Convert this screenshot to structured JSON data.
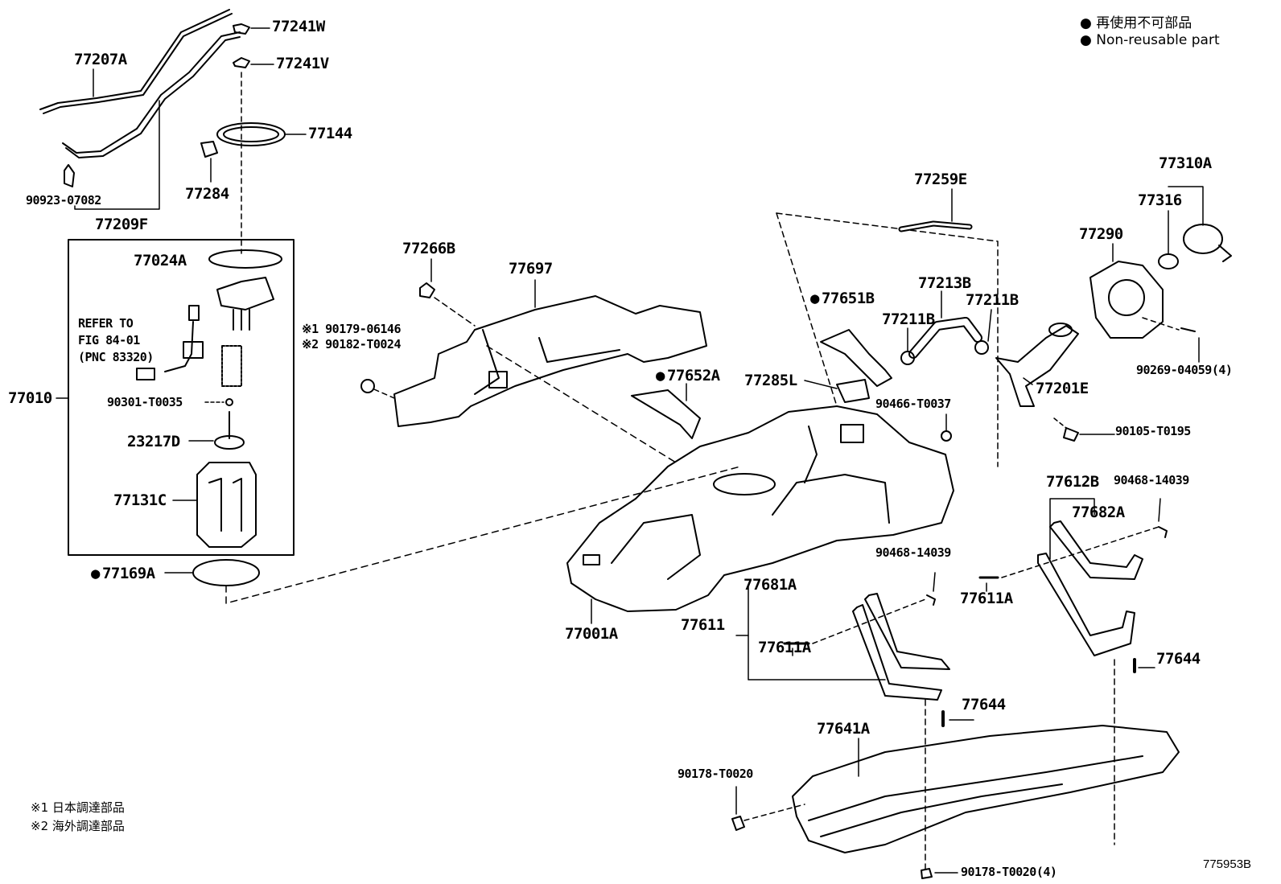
{
  "legend": {
    "line1": "● 再使用不可部品",
    "line2": "● Non-reusable part"
  },
  "parts": {
    "p77207A": "77207A",
    "p77241W": "77241W",
    "p77241V": "77241V",
    "p77144": "77144",
    "p77284": "77284",
    "p90923": "90923-07082",
    "p77209F": "77209F",
    "p77024A": "77024A",
    "refer1": "REFER TO",
    "refer2": "FIG 84-01",
    "refer3": "(PNC 83320)",
    "p77010": "77010",
    "p90301": "90301-T0035",
    "p23217D": "23217D",
    "p77131C": "77131C",
    "p77169A": "77169A",
    "p77266B": "77266B",
    "p77697": "77697",
    "n1": "※1 90179-06146",
    "n2": "※2 90182-T0024",
    "p77652A": "77652A",
    "p77259E": "77259E",
    "p77651B": "77651B",
    "p77213B": "77213B",
    "p77211B_a": "77211B",
    "p77211B_b": "77211B",
    "p77285L": "77285L",
    "p90466": "90466-T0037",
    "p77310A": "77310A",
    "p77316": "77316",
    "p77290": "77290",
    "p90269": "90269-04059(4)",
    "p77201E": "77201E",
    "p90105": "90105-T0195",
    "p77612B": "77612B",
    "p90468_a": "90468-14039",
    "p77682A": "77682A",
    "p90468_b": "90468-14039",
    "p77681A": "77681A",
    "p77611A_a": "77611A",
    "p77611": "77611",
    "p77611A_b": "77611A",
    "p77644_a": "77644",
    "p77644_b": "77644",
    "p77001A": "77001A",
    "p77641A": "77641A",
    "p90178_a": "90178-T0020",
    "p90178_b": "90178-T0020(4)"
  },
  "footnotes": {
    "f1": "※1  日本調達部品",
    "f2": "※2  海外調達部品"
  },
  "figure_code": "775953B"
}
